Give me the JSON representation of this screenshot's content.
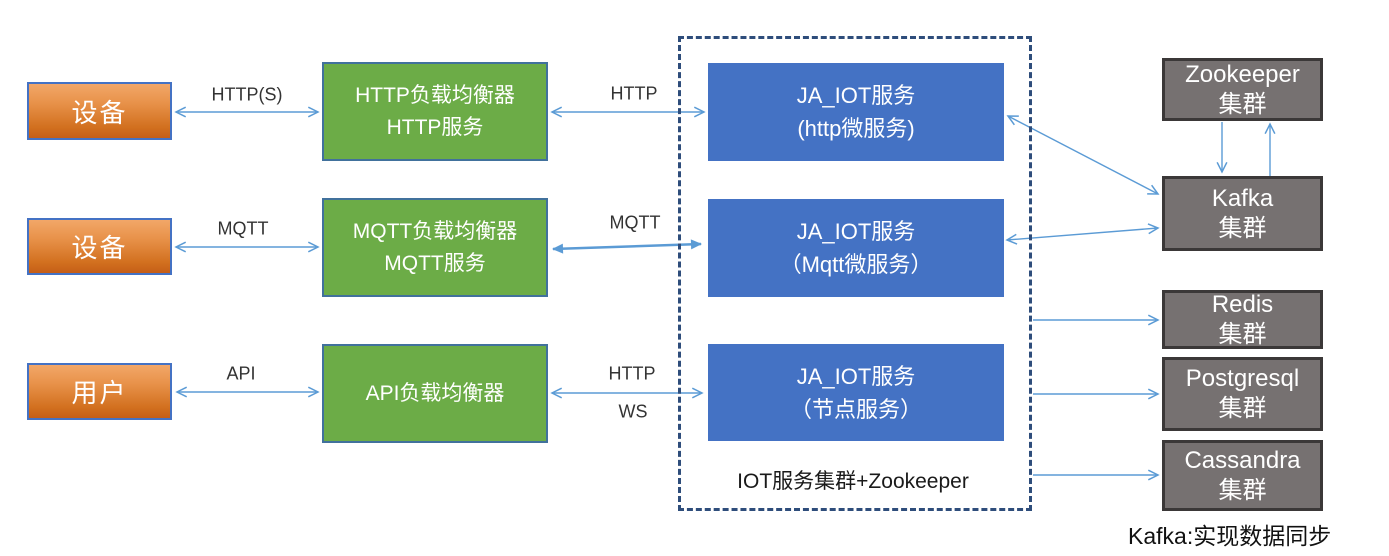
{
  "diagram": {
    "left_nodes": [
      {
        "label": "设备"
      },
      {
        "label": "设备"
      },
      {
        "label": "用户"
      }
    ],
    "load_balancers": [
      {
        "line1": "HTTP负载均衡器",
        "line2": "HTTP服务"
      },
      {
        "line1": "MQTT负载均衡器",
        "line2": "MQTT服务"
      },
      {
        "line1": "API负载均衡器",
        "line2": ""
      }
    ],
    "services": [
      {
        "line1": "JA_IOT服务",
        "line2": "(http微服务)"
      },
      {
        "line1": "JA_IOT服务",
        "line2": "（Mqtt微服务）"
      },
      {
        "line1": "JA_IOT服务",
        "line2": "（节点服务）"
      }
    ],
    "cluster_label": "IOT服务集群+Zookeeper",
    "right_nodes": [
      {
        "line1": "Zookeeper",
        "line2": "集群"
      },
      {
        "line1": "Kafka",
        "line2": "集群"
      },
      {
        "line1": "Redis",
        "line2": "集群"
      },
      {
        "line1": "Postgresql",
        "line2": "集群"
      },
      {
        "line1": "Cassandra",
        "line2": "集群"
      }
    ],
    "edge_labels": {
      "row1_left": "HTTP(S)",
      "row1_right": "HTTP",
      "row2_left": "MQTT",
      "row2_right": "MQTT",
      "row3_left": "API",
      "row3_right_top": "HTTP",
      "row3_right_bottom": "WS"
    },
    "footnote": "Kafka:实现数据同步",
    "colors": {
      "arrow": "#5b9bd5",
      "orange_top": "#f2a768",
      "orange_bottom": "#c55e17",
      "green_fill": "#6cac47",
      "green_border": "#41719c",
      "blue_fill": "#4472c4",
      "gray_fill": "#767171",
      "gray_border": "#3b3838",
      "dashed_border": "#2e4d7b"
    }
  }
}
